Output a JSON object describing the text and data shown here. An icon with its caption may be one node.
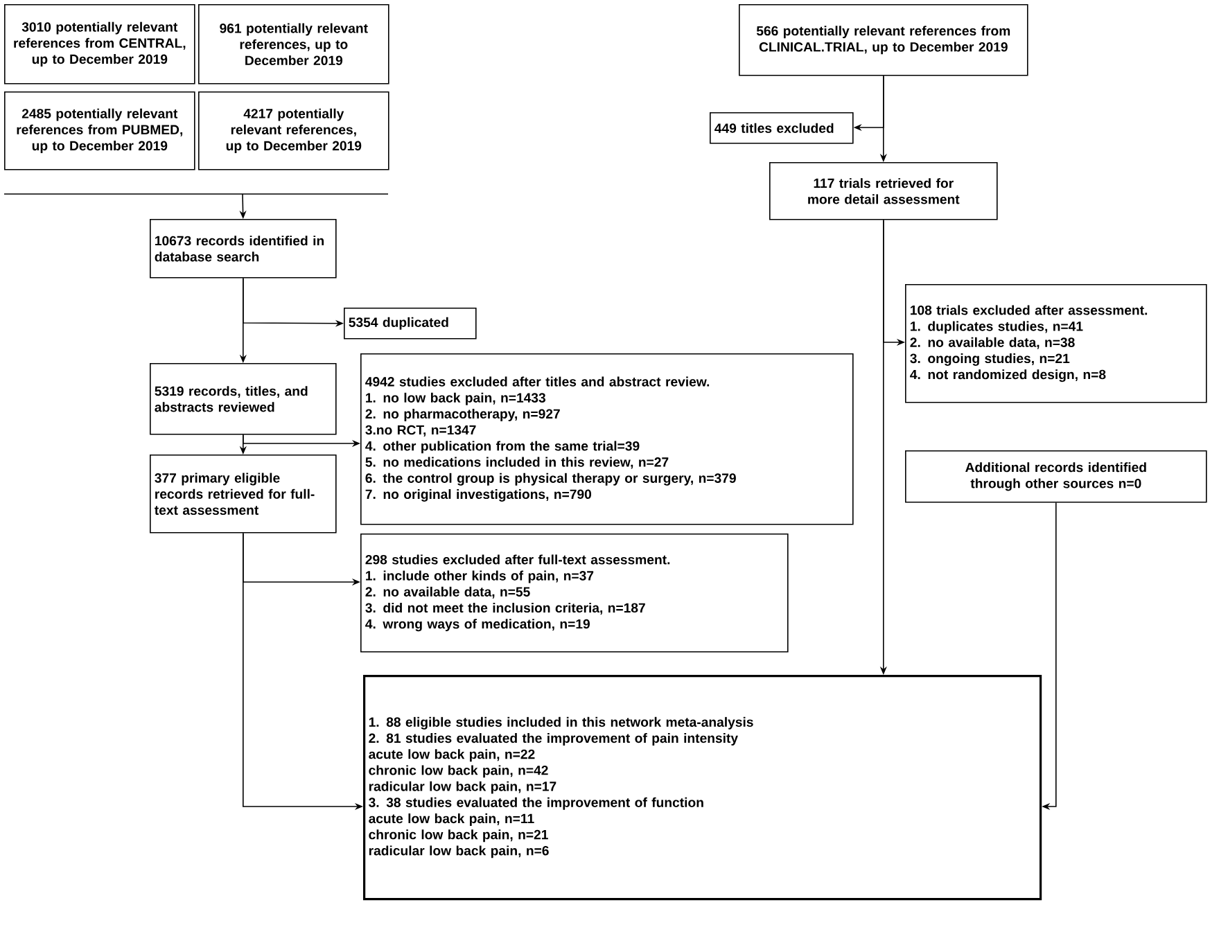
{
  "diagram": {
    "nodes": [
      {
        "text": [
          "3010 potentially relevant references from CENTRAL, up to December 2019"
        ]
      },
      {
        "text": [
          "961 potentially relevant references, up to December 2019"
        ]
      },
      {
        "text": [
          "2485 potentially relevant references from PUBMED, up to December 2019"
        ]
      },
      {
        "text": [
          "4217 potentially relevant references, up to December 2019"
        ]
      },
      {
        "text": [
          "10673 records identified in database search"
        ]
      },
      {
        "text": [
          "5354 duplicated"
        ]
      },
      {
        "text": [
          "5319 records, titles, and abstracts reviewed"
        ]
      },
      {
        "text": [
          "4942 studies excluded after titles and abstract review.",
          "1. no low back pain, n=1433",
          "2. no pharmacotherapy, n=927",
          "3.no RCT, n=1347",
          "4. other publication from the same trial=39",
          "5. no medications included in this review, n=27",
          "6. the control group is physical therapy or surgery, n=379",
          "7. no original investigations, n=790"
        ]
      },
      {
        "text": [
          "377 primary eligible records retrieved for full-text assessment"
        ]
      },
      {
        "text": [
          "298 studies excluded after full-text assessment.",
          "1. include other kinds of pain, n=37",
          "2. no available data, n=55",
          "3. did not meet the inclusion criteria, n=187",
          "4. wrong ways of medication, n=19"
        ]
      },
      {
        "text": [
          "566 potentially relevant references from CLINICAL.TRIAL, up to December 2019"
        ]
      },
      {
        "text": [
          "449 titles excluded"
        ]
      },
      {
        "text": [
          "117 trials retrieved for more detail assessment"
        ]
      },
      {
        "text": [
          "108 trials excluded after assessment.",
          "1. duplicates studies, n=41",
          "2. no available data, n=38",
          "3. ongoing studies, n=21",
          "4. not randomized design, n=8"
        ]
      },
      {
        "text": [
          "Additional records identified through other sources n=0"
        ]
      },
      {
        "text": [
          "1. 88 eligible studies included in this network meta-analysis",
          "2. 81 studies evaluated the improvement of pain intensity",
          "acute low back pain, n=22",
          "chronic low back pain, n=42",
          "radicular low back pain, n=17",
          "3. 38 studies evaluated the improvement of function",
          "acute low back pain, n=11",
          "chronic low back pain, n=21",
          "radicular low back pain, n=6"
        ]
      }
    ],
    "edges": [
      {
        "from": null,
        "to": 4,
        "arrow": "to"
      },
      {
        "from": 4,
        "to": 6,
        "arrow": "to"
      },
      {
        "from": 4,
        "to": 5,
        "arrow": "to"
      },
      {
        "from": 6,
        "to": 8,
        "arrow": "to"
      },
      {
        "from": 6,
        "to": 7,
        "arrow": "to"
      },
      {
        "from": 8,
        "to": 15,
        "arrow": "to"
      },
      {
        "from": 8,
        "to": 9,
        "arrow": "to"
      },
      {
        "from": 10,
        "to": 12,
        "arrow": "to"
      },
      {
        "from": 10,
        "to": 11,
        "arrow": "to"
      },
      {
        "from": 12,
        "to": 15,
        "arrow": "to"
      },
      {
        "from": 12,
        "to": 13,
        "arrow": "to"
      },
      {
        "from": 14,
        "to": 15,
        "arrow": "to"
      }
    ]
  }
}
